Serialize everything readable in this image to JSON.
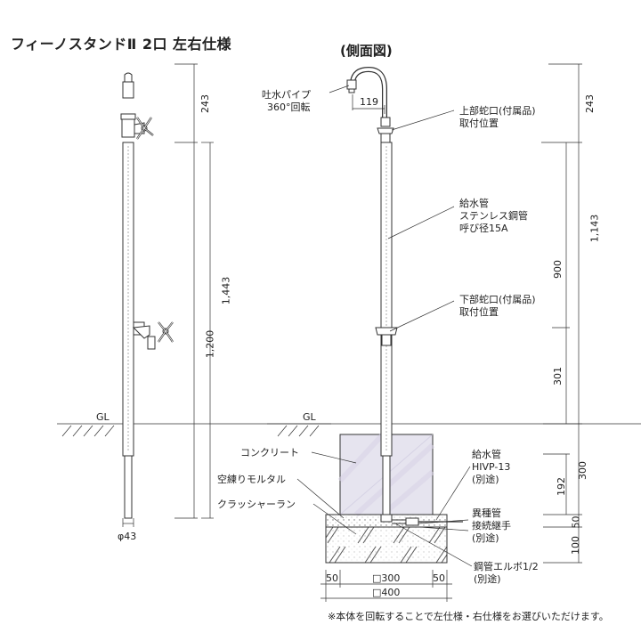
{
  "title": "フィーノスタンドⅡ 2口 左右仕様",
  "side_view_title": "(側面図)",
  "ground_label": "GL",
  "labels": {
    "spout_line1": "吐水パイプ",
    "spout_line2": "360°回転",
    "upper_tap_line1": "上部蛇口(付属品)",
    "upper_tap_line2": "取付位置",
    "supply_pipe_line1": "給水管",
    "supply_pipe_line2": "ステンレス鋼管",
    "supply_pipe_line3": "呼び径15A",
    "lower_tap_line1": "下部蛇口(付属品)",
    "lower_tap_line2": "取付位置",
    "concrete": "コンクリート",
    "mortar": "空練りモルタル",
    "crusher_run": "クラッシャーラン",
    "hivp_line1": "給水管",
    "hivp_line2": "HIVP-13",
    "hivp_line3": "(別途)",
    "joint_line1": "異種管",
    "joint_line2": "接続継手",
    "joint_line3": "(別途)",
    "elbow_line1": "鋼管エルボ1/2",
    "elbow_line2": "(別途)"
  },
  "front_dims": {
    "d243": "243",
    "d1443": "1,443",
    "d1200": "1,200",
    "diameter": "φ43"
  },
  "side_dims": {
    "d119": "119",
    "d243": "243",
    "d1143": "1,143",
    "d900": "900",
    "d301": "301",
    "d300": "300",
    "d192": "192",
    "d50": "50",
    "d100": "100",
    "w50_left": "50",
    "w300": "□300",
    "w50_right": "50",
    "w400": "□400"
  },
  "note": "※本体を回転することで左仕様・右仕様をお選びいただけます。",
  "colors": {
    "line": "#333333",
    "concrete_fill": "#e6e4ef",
    "mortar_fill": "#f2f2f2",
    "crusher_fill": "#ececec"
  }
}
